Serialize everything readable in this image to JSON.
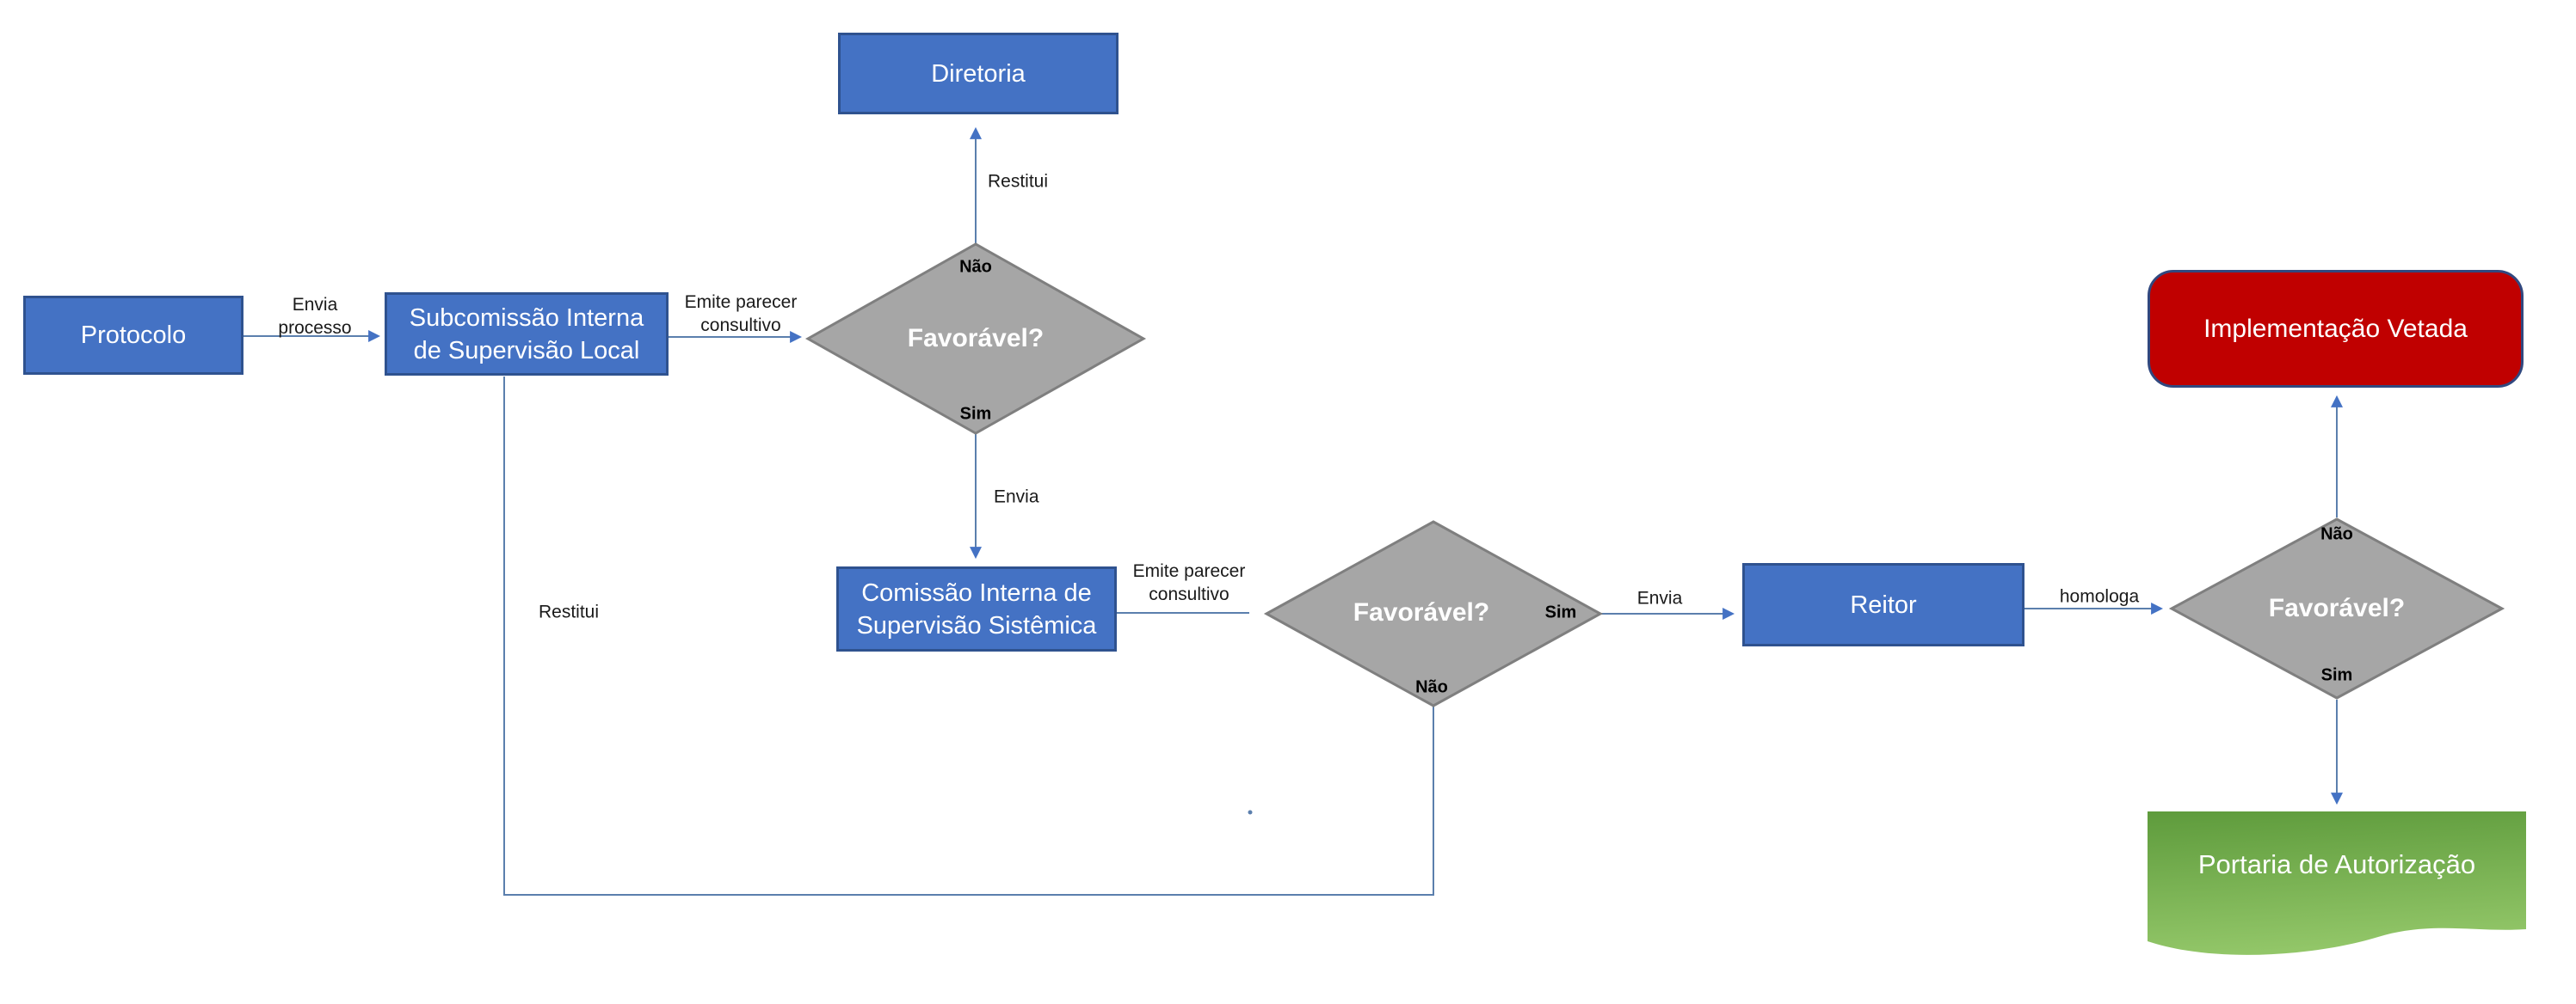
{
  "diagram_type": "flowchart",
  "colors": {
    "process_fill": "#4472C4",
    "process_border": "#2F528F",
    "decision_fill": "#A6A6A6",
    "decision_border": "#7F7F7F",
    "terminator_fill": "#C00000",
    "terminator_border": "#31487F",
    "document_green_top": "#5E9B3C",
    "document_green_bottom": "#92C668",
    "connector_line": "#5B7FAD",
    "arrowhead": "#4472C4",
    "label_text": "#1a1a1a"
  },
  "nodes": {
    "protocolo": {
      "label": "Protocolo"
    },
    "subcomissao": {
      "lines": [
        "Subcomissão Interna",
        "de Supervisão Local"
      ]
    },
    "diretoria": {
      "label": "Diretoria"
    },
    "comissao": {
      "lines": [
        "Comissão Interna de",
        "Supervisão Sistêmica"
      ]
    },
    "reitor": {
      "label": "Reitor"
    },
    "implementacao_vetada": {
      "label": "Implementação Vetada"
    },
    "portaria": {
      "label": "Portaria de Autorização"
    }
  },
  "decisions": {
    "d1": {
      "question": "Favorável?",
      "no_label": "Não",
      "yes_label": "Sim"
    },
    "d2": {
      "question": "Favorável?",
      "yes_label": "Sim",
      "no_label": "Não"
    },
    "d3": {
      "question": "Favorável?",
      "no_label": "Não",
      "yes_label": "Sim"
    }
  },
  "edges": {
    "envia_processo": {
      "lines": [
        "Envia",
        "processo"
      ]
    },
    "emite_parecer_1": {
      "lines": [
        "Emite parecer",
        "consultivo"
      ]
    },
    "restitui_diretoria": {
      "label": "Restitui"
    },
    "envia_comissao": {
      "label": "Envia"
    },
    "emite_parecer_2": {
      "lines": [
        "Emite parecer",
        "consultivo"
      ]
    },
    "restitui_subcomissao": {
      "label": "Restitui"
    },
    "envia_reitor": {
      "label": "Envia"
    },
    "homologa": {
      "label": "homologa"
    }
  }
}
